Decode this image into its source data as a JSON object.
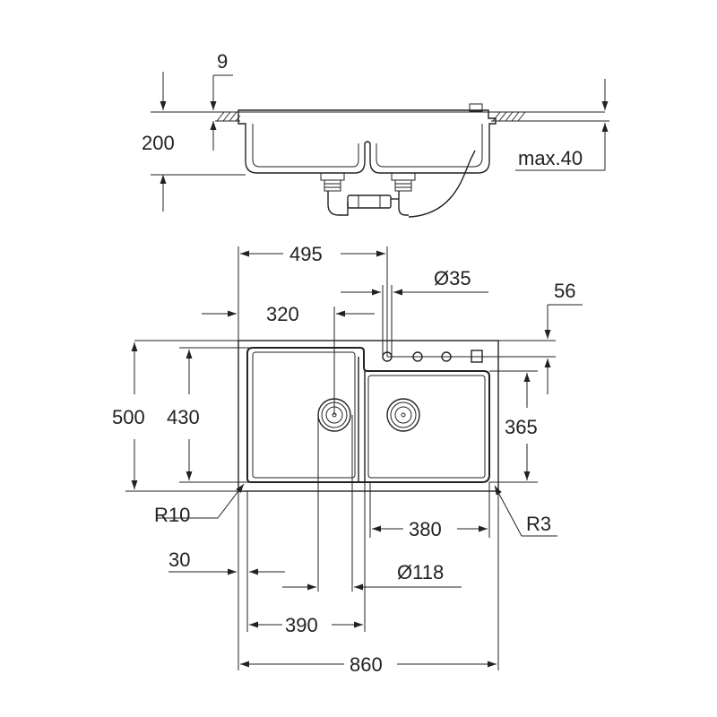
{
  "dimensions": {
    "rim_thickness": "9",
    "sink_depth": "200",
    "max_countertop": "max.40",
    "tap_hole_offset": "495",
    "tap_hole_diameter": "Ø35",
    "tap_hole_edge_offset": "56",
    "drain_offset": "320",
    "total_depth": "500",
    "bowl_depth": "430",
    "small_bowl_depth": "365",
    "corner_radius_left": "R10",
    "corner_radius_right": "R3",
    "small_bowl_width": "380",
    "bowl_wall": "30",
    "drain_diameter": "Ø118",
    "main_bowl_width": "390",
    "total_width": "860"
  },
  "colors": {
    "line": "#222222",
    "background": "#ffffff"
  }
}
